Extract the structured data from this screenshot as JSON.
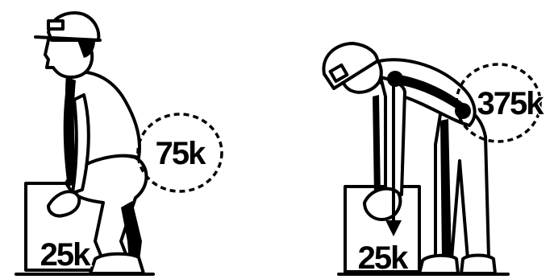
{
  "figures": [
    {
      "id": "squat-lift",
      "box_load": "25k",
      "back_load": "75k"
    },
    {
      "id": "stoop-lift",
      "box_load": "25k",
      "back_load": "375k"
    }
  ],
  "colors": {
    "ink": "#000000",
    "paper": "#ffffff"
  }
}
